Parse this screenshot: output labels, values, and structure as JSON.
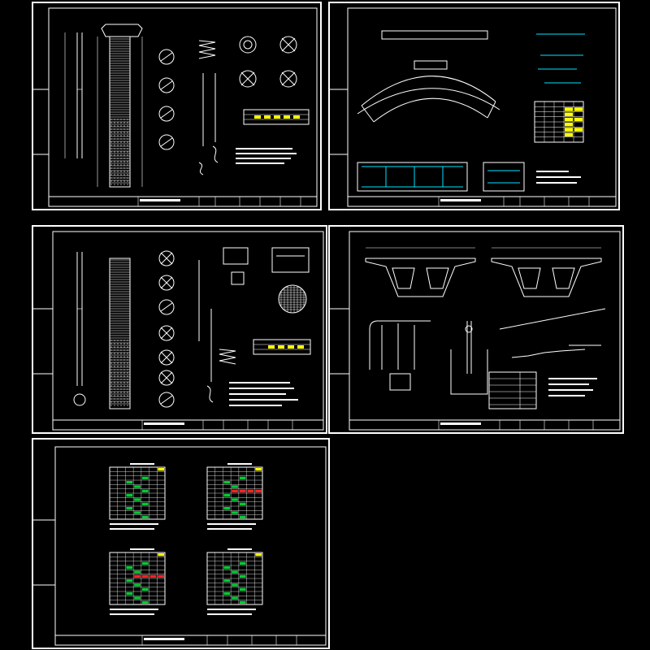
{
  "canvas": {
    "background": "#000000",
    "line_color": "#ffffff"
  },
  "colors": {
    "cell_yellow": "#ffff00",
    "cell_green": "#00cc33",
    "cell_red": "#ff2222",
    "cad_cyan": "#00e5ff"
  },
  "sheets": [
    {
      "id": "pile-reinforcement-1",
      "description_visible": false
    },
    {
      "id": "curved-beam-plan",
      "description_visible": false
    },
    {
      "id": "pile-reinforcement-2",
      "description_visible": false
    },
    {
      "id": "box-girder-sections",
      "description_visible": false
    },
    {
      "id": "rebar-tables",
      "description_visible": false
    }
  ]
}
